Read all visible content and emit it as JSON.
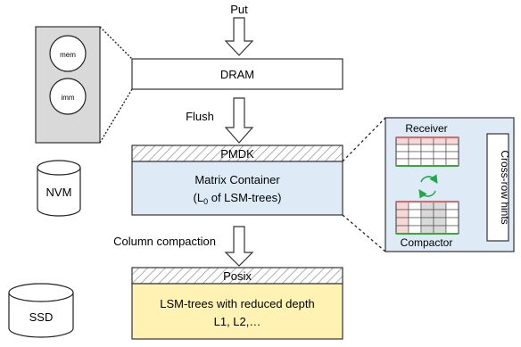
{
  "labels": {
    "put": "Put",
    "flush": "Flush",
    "column_compaction": "Column compaction"
  },
  "components": {
    "dram": "DRAM",
    "pmdk": "PMDK",
    "matrix_container_line1": "Matrix Container",
    "matrix_container_line2_pre": "(L",
    "matrix_container_line2_sub": "0",
    "matrix_container_line2_post": " of LSM-trees)",
    "posix": "Posix",
    "lsm_line1": "LSM-trees with reduced depth",
    "lsm_line2": "L1, L2,…"
  },
  "memtables": {
    "mem": "mem",
    "imm": "imm"
  },
  "devices": {
    "nvm": "NVM",
    "ssd": "SSD"
  },
  "detail_panel": {
    "receiver": "Receiver",
    "compactor": "Compactor",
    "cross_row_hints": "Cross-row hints"
  },
  "colors": {
    "memtable_panel_fill": "#d9d9d9",
    "matrix_container_fill": "#deebf7",
    "lsm_fill": "#fff2b3",
    "detail_panel_fill": "#deebf7",
    "grid_red": "#e06666",
    "grid_green": "#38a838",
    "cycle_arrow": "#22a84a",
    "compactor_cell_fill": "#d9d9d9",
    "receiver_cell_fill": "#f8d7d7"
  }
}
